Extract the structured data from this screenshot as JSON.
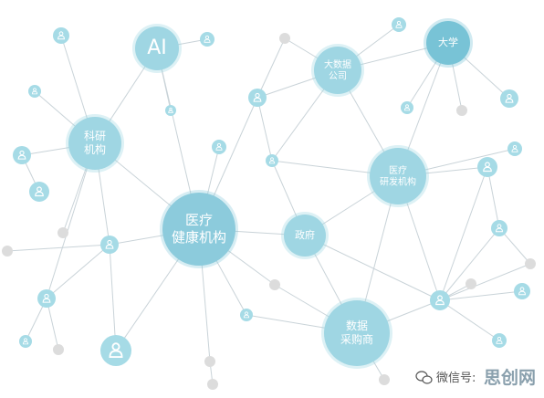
{
  "diagram": {
    "colors": {
      "edge": "#c9d3d8",
      "hub_fill": "#9fd6e3",
      "hub_fill_dark": "#78c3d6",
      "large_hub_fill": "#8ccbdc",
      "person_node": "#a6dbe6",
      "dot_node": "#dcdcdc",
      "label": "#ffffff"
    },
    "hubs": [
      {
        "id": "healthcare",
        "lines": [
          "医疗",
          "健康机构"
        ]
      },
      {
        "id": "research",
        "lines": [
          "科研",
          "机构"
        ]
      },
      {
        "id": "ai",
        "lines": [
          "AI"
        ]
      },
      {
        "id": "bigdata",
        "lines": [
          "大数据",
          "公司"
        ]
      },
      {
        "id": "university",
        "lines": [
          "大学"
        ]
      },
      {
        "id": "medrd",
        "lines": [
          "医疗",
          "研发机构"
        ]
      },
      {
        "id": "government",
        "lines": [
          "政府"
        ]
      },
      {
        "id": "datapurchase",
        "lines": [
          "数据",
          "采购商"
        ]
      }
    ]
  },
  "watermark": {
    "prefix": "微信号:",
    "brand": "思创网"
  }
}
